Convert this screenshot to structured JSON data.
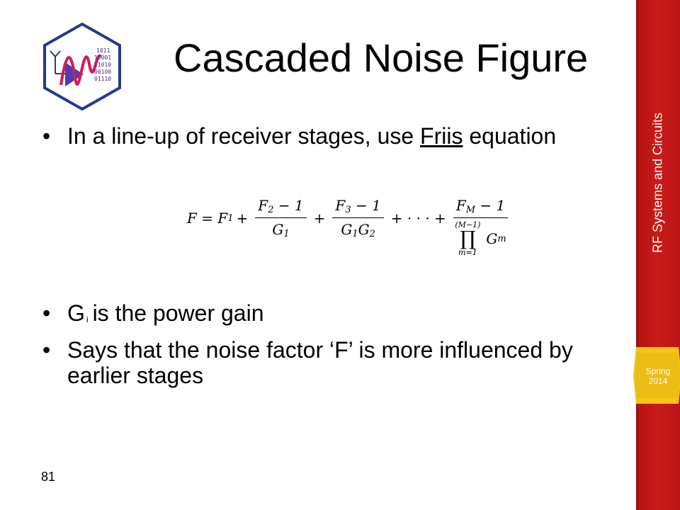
{
  "title": "Cascaded Noise Figure",
  "logo": {
    "icon": "rf-circuits-logo-icon",
    "binary_lines": [
      "1011",
      "10001",
      "11010",
      "00100",
      "01110"
    ]
  },
  "bullets": {
    "item1": {
      "text_before": "In a line-up of receiver stages, use ",
      "link": "Friis",
      "text_after": " equation"
    },
    "item2": {
      "main": "G",
      "subscript": "i",
      "rest": "is the power gain"
    },
    "item3": {
      "text": "Says that the noise factor ‘F’ is more influenced by earlier stages"
    }
  },
  "equation": {
    "lhs": "F = F",
    "lhs_sub": "1",
    "term1": {
      "num": "F",
      "num_sub": "2",
      "num_rest": " − 1",
      "den": "G",
      "den_sub": "1"
    },
    "term2": {
      "num": "F",
      "num_sub": "3",
      "num_rest": " − 1",
      "den_a": "G",
      "den_a_sub": "1",
      "den_b": "G",
      "den_b_sub": "2"
    },
    "ellipsis": "+ · · · +",
    "term3": {
      "num": "F",
      "num_sub": "M",
      "num_rest": " − 1",
      "prod_upper": "(M−1)",
      "prod_symbol": "∏",
      "prod_lower": "m=1",
      "den": "G",
      "den_sub": "m"
    },
    "plus": "+"
  },
  "page_number": "81",
  "sidebar": {
    "course_title": "RF Systems and Circuits",
    "term": [
      "Spring",
      "2014"
    ],
    "color": "#c41616",
    "badge_color": "#f5c518"
  }
}
